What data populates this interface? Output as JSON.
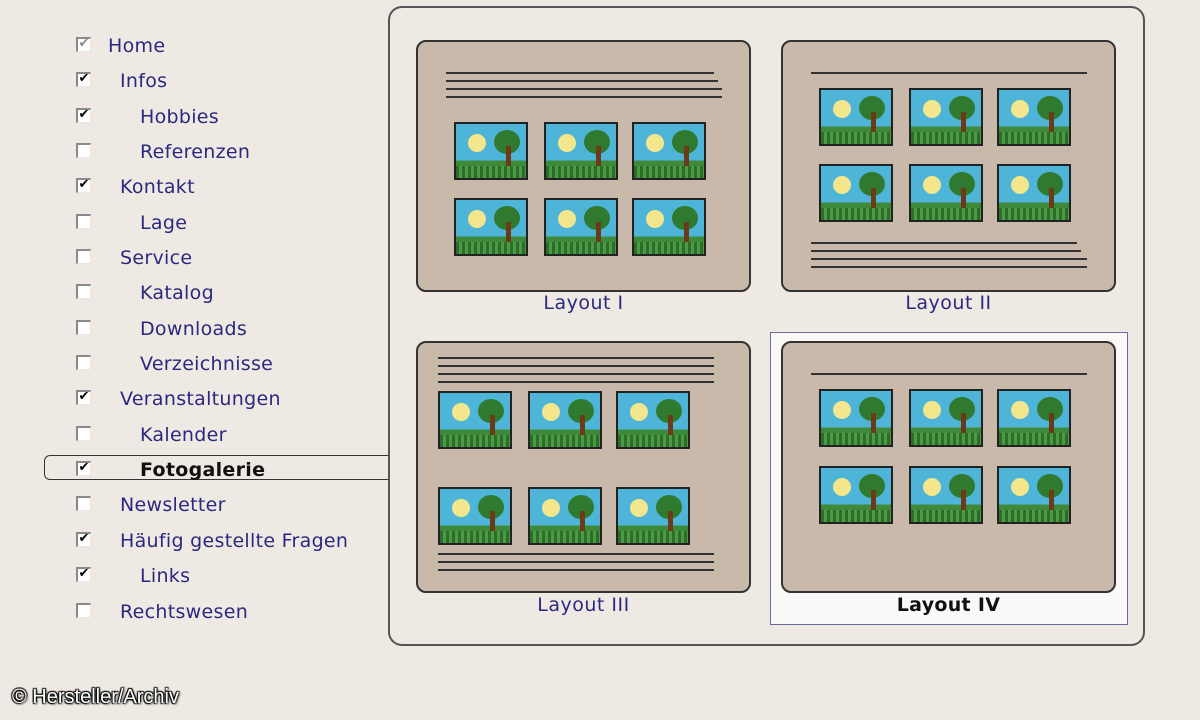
{
  "tree": {
    "items": [
      {
        "label": "Home",
        "checked": true,
        "disabled": true,
        "level": 0
      },
      {
        "label": "Infos",
        "checked": true,
        "level": 1
      },
      {
        "label": "Hobbies",
        "checked": true,
        "level": 2
      },
      {
        "label": "Referenzen",
        "checked": false,
        "level": 2
      },
      {
        "label": "Kontakt",
        "checked": true,
        "level": 1
      },
      {
        "label": "Lage",
        "checked": false,
        "level": 2
      },
      {
        "label": "Service",
        "checked": false,
        "level": 1
      },
      {
        "label": "Katalog",
        "checked": false,
        "level": 2
      },
      {
        "label": "Downloads",
        "checked": false,
        "level": 2
      },
      {
        "label": "Verzeichnisse",
        "checked": false,
        "level": 2
      },
      {
        "label": "Veranstaltungen",
        "checked": true,
        "level": 1
      },
      {
        "label": "Kalender",
        "checked": false,
        "level": 2
      },
      {
        "label": "Fotogalerie",
        "checked": true,
        "level": 2,
        "selected": true
      },
      {
        "label": "Newsletter",
        "checked": false,
        "level": 1
      },
      {
        "label": "Häufig gestellte Fragen",
        "checked": true,
        "level": 1
      },
      {
        "label": "Links",
        "checked": true,
        "level": 2
      },
      {
        "label": "Rechtswesen",
        "checked": false,
        "level": 1
      }
    ]
  },
  "layouts": [
    {
      "label": "Layout I",
      "selected": false
    },
    {
      "label": "Layout II",
      "selected": false
    },
    {
      "label": "Layout III",
      "selected": false
    },
    {
      "label": "Layout IV",
      "selected": true
    }
  ],
  "footer": {
    "copyright": "© Hersteller/Archiv"
  },
  "colors": {
    "thumb_bg": "#c8b9ab",
    "label_text": "#2b2880",
    "page_bg": "#efe9e4"
  }
}
